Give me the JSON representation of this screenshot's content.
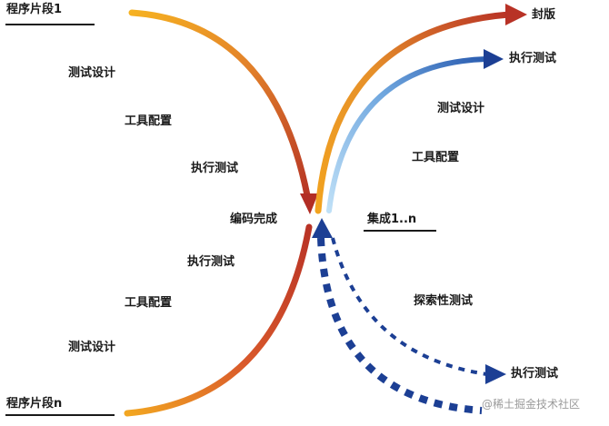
{
  "diagram": {
    "left_top_label": "程序片段1",
    "left_bottom_label": "程序片段n",
    "left_upper_steps": [
      "测试设计",
      "工具配置",
      "执行测试"
    ],
    "left_lower_steps": [
      "执行测试",
      "工具配置",
      "测试设计"
    ],
    "center_label": "编码完成",
    "integration_label": "集成1..n",
    "right_steps": [
      "测试设计",
      "工具配置"
    ],
    "exploratory_label": "探索性测试",
    "release_label": "封版",
    "execute_test_upper": "执行测试",
    "execute_test_lower": "执行测试"
  },
  "colors": {
    "orange": "#f0a21e",
    "red": "#b83226",
    "light_blue": "#a9d3f2",
    "dark_blue": "#1c3f94"
  },
  "watermark": "@稀土掘金技术社区"
}
